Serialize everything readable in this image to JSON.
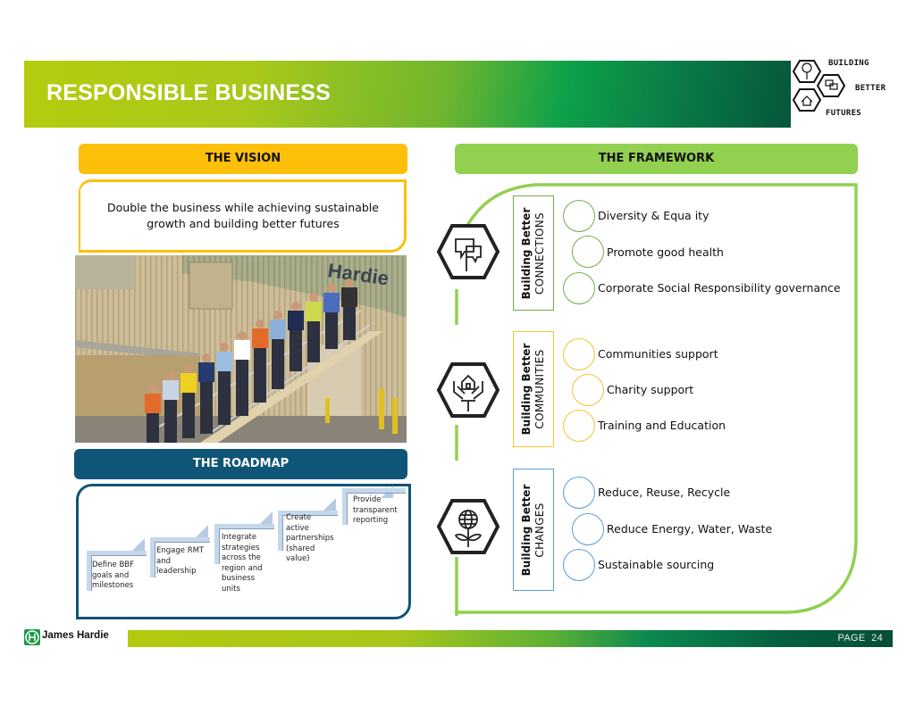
{
  "header": {
    "title": "RESPONSIBLE BUSINESS",
    "logo": {
      "icon": "building-better-futures-hexagons-icon",
      "words": [
        "BUILDING",
        "BETTER",
        "FUTURES"
      ]
    }
  },
  "vision": {
    "heading": "THE VISION",
    "text_line1": "Double the business while achieving sustainable",
    "text_line2": "growth and building better futures",
    "photo": "team-on-staircase-photo",
    "photo_sign": "Hardie"
  },
  "roadmap": {
    "heading": "THE ROADMAP",
    "steps": [
      {
        "lines": [
          "Define BBF",
          "goals and",
          "milestones"
        ]
      },
      {
        "lines": [
          "Engage RMT",
          "and",
          "leadership"
        ]
      },
      {
        "lines": [
          "Integrate",
          "strategies",
          "across the",
          "region and",
          "business",
          "units"
        ]
      },
      {
        "lines": [
          "Create",
          "active",
          "partnerships",
          "(shared",
          "value)"
        ]
      },
      {
        "lines": [
          "Provide",
          "transparent",
          "reporting"
        ]
      }
    ]
  },
  "framework": {
    "heading": "THE FRAMEWORK",
    "pillars": [
      {
        "title": "Building Better",
        "subtitle": "CONNECTIONS",
        "icon": "speech-bubbles-icon",
        "color": "#70ad47",
        "items": [
          "Diversity & Equa ity",
          "Promote good health",
          "Corporate Social Responsibility governance"
        ]
      },
      {
        "title": "Building Better",
        "subtitle": "COMMUNITIES",
        "icon": "hands-house-icon",
        "color": "#f4c430",
        "items": [
          "Communities support",
          "Charity support",
          "Training and Education"
        ]
      },
      {
        "title": "Building Better",
        "subtitle": "CHANGES",
        "icon": "globe-plant-icon",
        "color": "#5b9bd5",
        "items": [
          "Reduce, Reuse, Recycle",
          "Reduce Energy, Water, Waste",
          "Sustainable sourcing"
        ]
      }
    ]
  },
  "footer": {
    "brand": "James Hardie",
    "page_label": "PAGE  24"
  },
  "colors": {
    "vision": "#fcbf0a",
    "framework": "#92d050",
    "roadmap": "#0f5577"
  }
}
